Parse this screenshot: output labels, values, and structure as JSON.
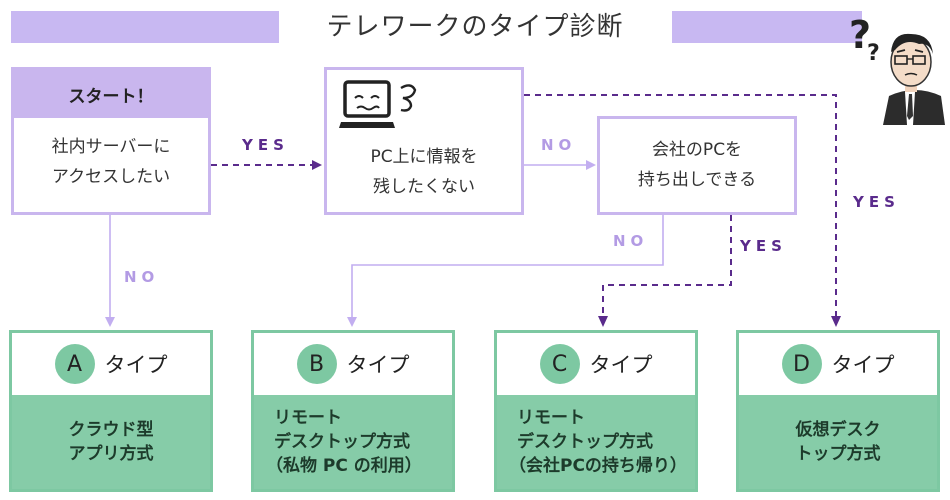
{
  "title": "テレワークのタイプ診断",
  "start": {
    "header": "スタート！",
    "lines": [
      "社内サーバーに",
      "アクセスしたい"
    ]
  },
  "q2": {
    "lines": [
      "PC上に情報を",
      "残したくない"
    ]
  },
  "q3": {
    "lines": [
      "会社のPCを",
      "持ち出しできる"
    ]
  },
  "labels": {
    "yes1": "YES",
    "no1": "NO",
    "no2": "NO",
    "yes2": "YES",
    "no3": "NO",
    "yes3": "YES"
  },
  "types": [
    {
      "letter": "A",
      "word": "タイプ",
      "lines": [
        "クラウド型",
        "アプリ方式"
      ]
    },
    {
      "letter": "B",
      "word": "タイプ",
      "lines": [
        "リモート",
        "デスクトップ方式",
        "（私物 PC の利用）"
      ]
    },
    {
      "letter": "C",
      "word": "タイプ",
      "lines": [
        "リモート",
        "デスクトップ方式",
        "（会社PCの持ち帰り）"
      ]
    },
    {
      "letter": "D",
      "word": "タイプ",
      "lines": [
        "仮想デスク",
        "トップ方式"
      ]
    }
  ],
  "colors": {
    "purple_light": "#c9b6ee",
    "purple_dark": "#5a2b8c",
    "green": "#7dc8a2"
  },
  "icons": [
    "laptop-icon",
    "question-person-icon"
  ]
}
